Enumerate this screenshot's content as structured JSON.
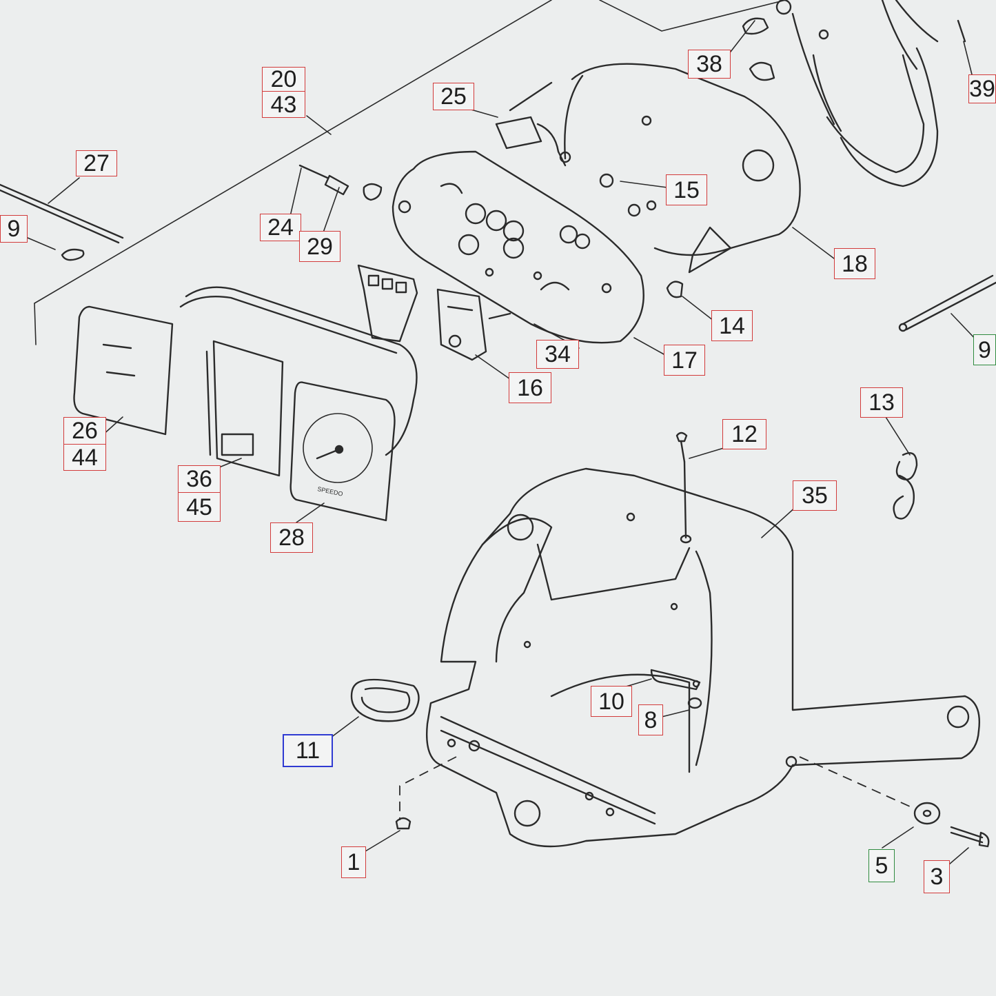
{
  "callouts": {
    "c1": "1",
    "c3": "3",
    "c5": "5",
    "c8": "8",
    "c9a": "9",
    "c9b": "9",
    "c10": "10",
    "c11": "11",
    "c12": "12",
    "c13": "13",
    "c14": "14",
    "c15": "15",
    "c16": "16",
    "c17": "17",
    "c18": "18",
    "c20": "20",
    "c43": "43",
    "c24": "24",
    "c25": "25",
    "c26": "26",
    "c44": "44",
    "c27": "27",
    "c28": "28",
    "c29": "29",
    "c34": "34",
    "c35": "35",
    "c36": "36",
    "c45": "45",
    "c38": "38",
    "c39": "39"
  },
  "gauge_face_text": "SPEEDO",
  "colors": {
    "background": "#eceeee",
    "line": "#2b2b2b",
    "callout_red": "#d23a3a",
    "callout_green": "#2e8b3e",
    "callout_blue": "#2f3ad2"
  }
}
